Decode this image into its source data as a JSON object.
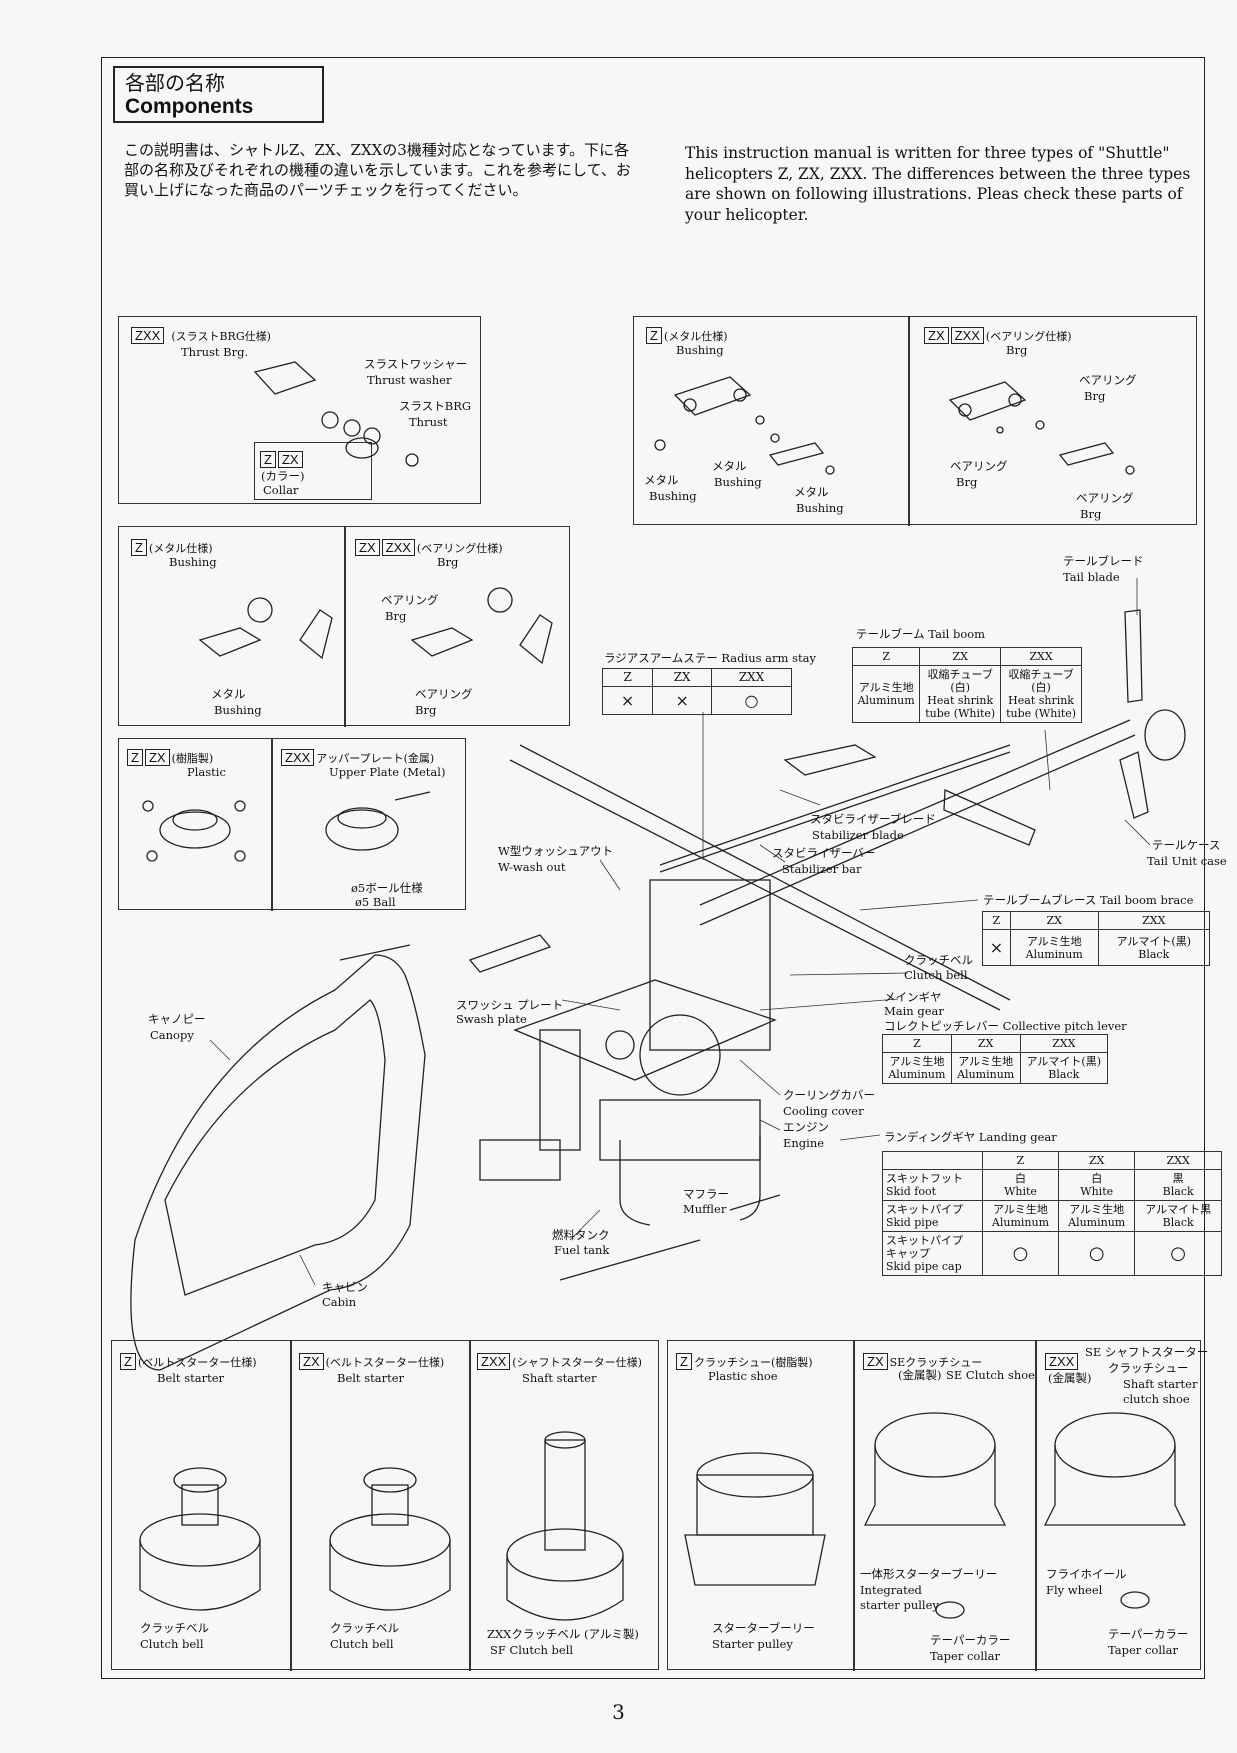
{
  "title": {
    "jp": "各部の名称",
    "en": "Components"
  },
  "intro": {
    "jp": "この説明書は、シャトルZ、ZX、ZXXの3機種対応となっています。下に各部の名称及びそれぞれの機種の違いを示しています。これを参考にして、お買い上げになった商品のパーツチェックを行ってください。",
    "en": "This instruction manual is written for three types of \"Shuttle\" helicopters Z, ZX, ZXX. The differences between the three types are shown on following illustrations. Pleas check these parts of your helicopter."
  },
  "models": {
    "z": "Z",
    "zx": "ZX",
    "zxx": "ZXX"
  },
  "thrust_box": {
    "spec": "(スラストBRG仕様)",
    "spec_en": "Thrust Brg.",
    "washer_jp": "スラストワッシャー",
    "washer_en": "Thrust washer",
    "brg_jp": "スラストBRG",
    "brg_en": "Thrust",
    "collar_jp": "(カラー)",
    "collar_en": "Collar"
  },
  "head_box": {
    "z_spec": "(メタル仕様)",
    "z_spec_en": "Bushing",
    "zx_spec": "(ベアリング仕様)",
    "zx_spec_en": "Brg",
    "metal_jp": "メタル",
    "metal_en": "Bushing",
    "bearing_jp": "ベアリング",
    "bearing_en": "Brg"
  },
  "mixer_box": {
    "z_spec": "(メタル仕様)",
    "z_spec_en": "Bushing",
    "zx_spec": "(ベアリング仕様)",
    "zx_spec_en": "Brg",
    "metal_jp": "メタル",
    "metal_en": "Bushing",
    "bearing_jp": "ベアリング",
    "bearing_en": "Brg"
  },
  "swash_box": {
    "plastic_jp": "(樹脂製)",
    "plastic_en": "Plastic",
    "upper_jp": "アッパープレート(金属)",
    "upper_en": "Upper Plate (Metal)",
    "ball_jp": "ø5ボール仕様",
    "ball_en": "ø5 Ball"
  },
  "labels": {
    "tail_blade": [
      "テールブレード",
      "Tail blade"
    ],
    "tail_boom": "テールブーム  Tail boom",
    "radius_arm": "ラジアスアームステー  Radius arm stay",
    "stab_blade": [
      "スタビライザーブレード",
      "Stabilizer blade"
    ],
    "stab_bar": [
      "スタビライザーバー",
      "Stabilizer bar"
    ],
    "wwash": [
      "W型ウォッシュアウト",
      "W-wash out"
    ],
    "tail_case": [
      "テールケース",
      "Tail Unit case"
    ],
    "boom_brace": "テールブームブレース  Tail boom brace",
    "clutch_bell": [
      "クラッチベル",
      "Clutch bell"
    ],
    "main_gear": [
      "メインギヤ",
      "Main gear"
    ],
    "collective": "コレクトピッチレバー  Collective pitch lever",
    "swash_plate": [
      "スワッシュ プレート",
      "Swash plate"
    ],
    "canopy": [
      "キャノピー",
      "Canopy"
    ],
    "cooling": [
      "クーリングカバー",
      "Cooling cover"
    ],
    "engine": [
      "エンジン",
      "Engine"
    ],
    "landing": "ランディングギヤ  Landing gear",
    "muffler": [
      "マフラー",
      "Muffler"
    ],
    "fuel_tank": [
      "燃料タンク",
      "Fuel tank"
    ],
    "cabin": [
      "キャビン",
      "Cabin"
    ]
  },
  "tables": {
    "tail_boom": {
      "headers": [
        "Z",
        "ZX",
        "ZXX"
      ],
      "row": [
        "アルミ生地\nAluminum",
        "収縮チューブ\n(白)\nHeat shrink\ntube (White)",
        "収縮チューブ\n(白)\nHeat shrink\ntube (White)"
      ]
    },
    "radius_arm": {
      "headers": [
        "Z",
        "ZX",
        "ZXX"
      ],
      "row": [
        "×",
        "×",
        "○"
      ]
    },
    "boom_brace": {
      "headers": [
        "Z",
        "ZX",
        "ZXX"
      ],
      "row": [
        "×",
        "アルミ生地\nAluminum",
        "アルマイト(黒)\nBlack"
      ]
    },
    "collective": {
      "headers": [
        "Z",
        "ZX",
        "ZXX"
      ],
      "row": [
        "アルミ生地\nAluminum",
        "アルミ生地\nAluminum",
        "アルマイト(黒)\nBlack"
      ]
    },
    "landing": {
      "headers": [
        "",
        "Z",
        "ZX",
        "ZXX"
      ],
      "rows": [
        [
          "スキットフット\nSkid foot",
          "白\nWhite",
          "白\nWhite",
          "黒\nBlack"
        ],
        [
          "スキットパイプ\nSkid pipe",
          "アルミ生地\nAluminum",
          "アルミ生地\nAluminum",
          "アルマイト黒\nBlack"
        ],
        [
          "スキットパイプ\nキャップ\nSkid pipe cap",
          "○",
          "○",
          "○"
        ]
      ]
    }
  },
  "starter_boxes": [
    {
      "tag": "Z",
      "spec": "(ベルトスターター仕様)",
      "spec_en": "Belt starter",
      "part_jp": "クラッチベル",
      "part_en": "Clutch bell"
    },
    {
      "tag": "ZX",
      "spec": "(ベルトスターター仕様)",
      "spec_en": "Belt starter",
      "part_jp": "クラッチベル",
      "part_en": "Clutch bell"
    },
    {
      "tag": "ZXX",
      "spec": "(シャフトスターター仕様)",
      "spec_en": "Shaft starter",
      "part_jp": "ZXXクラッチベル (アルミ製)",
      "part_en": "SF Clutch bell"
    }
  ],
  "clutch_boxes": [
    {
      "tag": "Z",
      "spec": "クラッチシュー(樹脂製)",
      "spec_en": "Plastic shoe",
      "p1_jp": "スターターブーリー",
      "p1_en": "Starter pulley"
    },
    {
      "tag": "ZX",
      "spec": "SEクラッチシュー",
      "spec2": "(金属製)",
      "spec_en": "SE Clutch shoe",
      "p1_jp": "一体形スターターブーリー",
      "p1_en": "Integrated starter pulley",
      "p2_jp": "テーパーカラー",
      "p2_en": "Taper collar"
    },
    {
      "tag": "ZXX",
      "spec": "SE シャフトスターター",
      "spec2": "(金属製)",
      "spec3": "クラッチシュー",
      "spec_en": "Shaft starter clutch shoe",
      "p1_jp": "フライホイール",
      "p1_en": "Fly wheel",
      "p2_jp": "テーパーカラー",
      "p2_en": "Taper collar"
    }
  ],
  "page_number": "3"
}
